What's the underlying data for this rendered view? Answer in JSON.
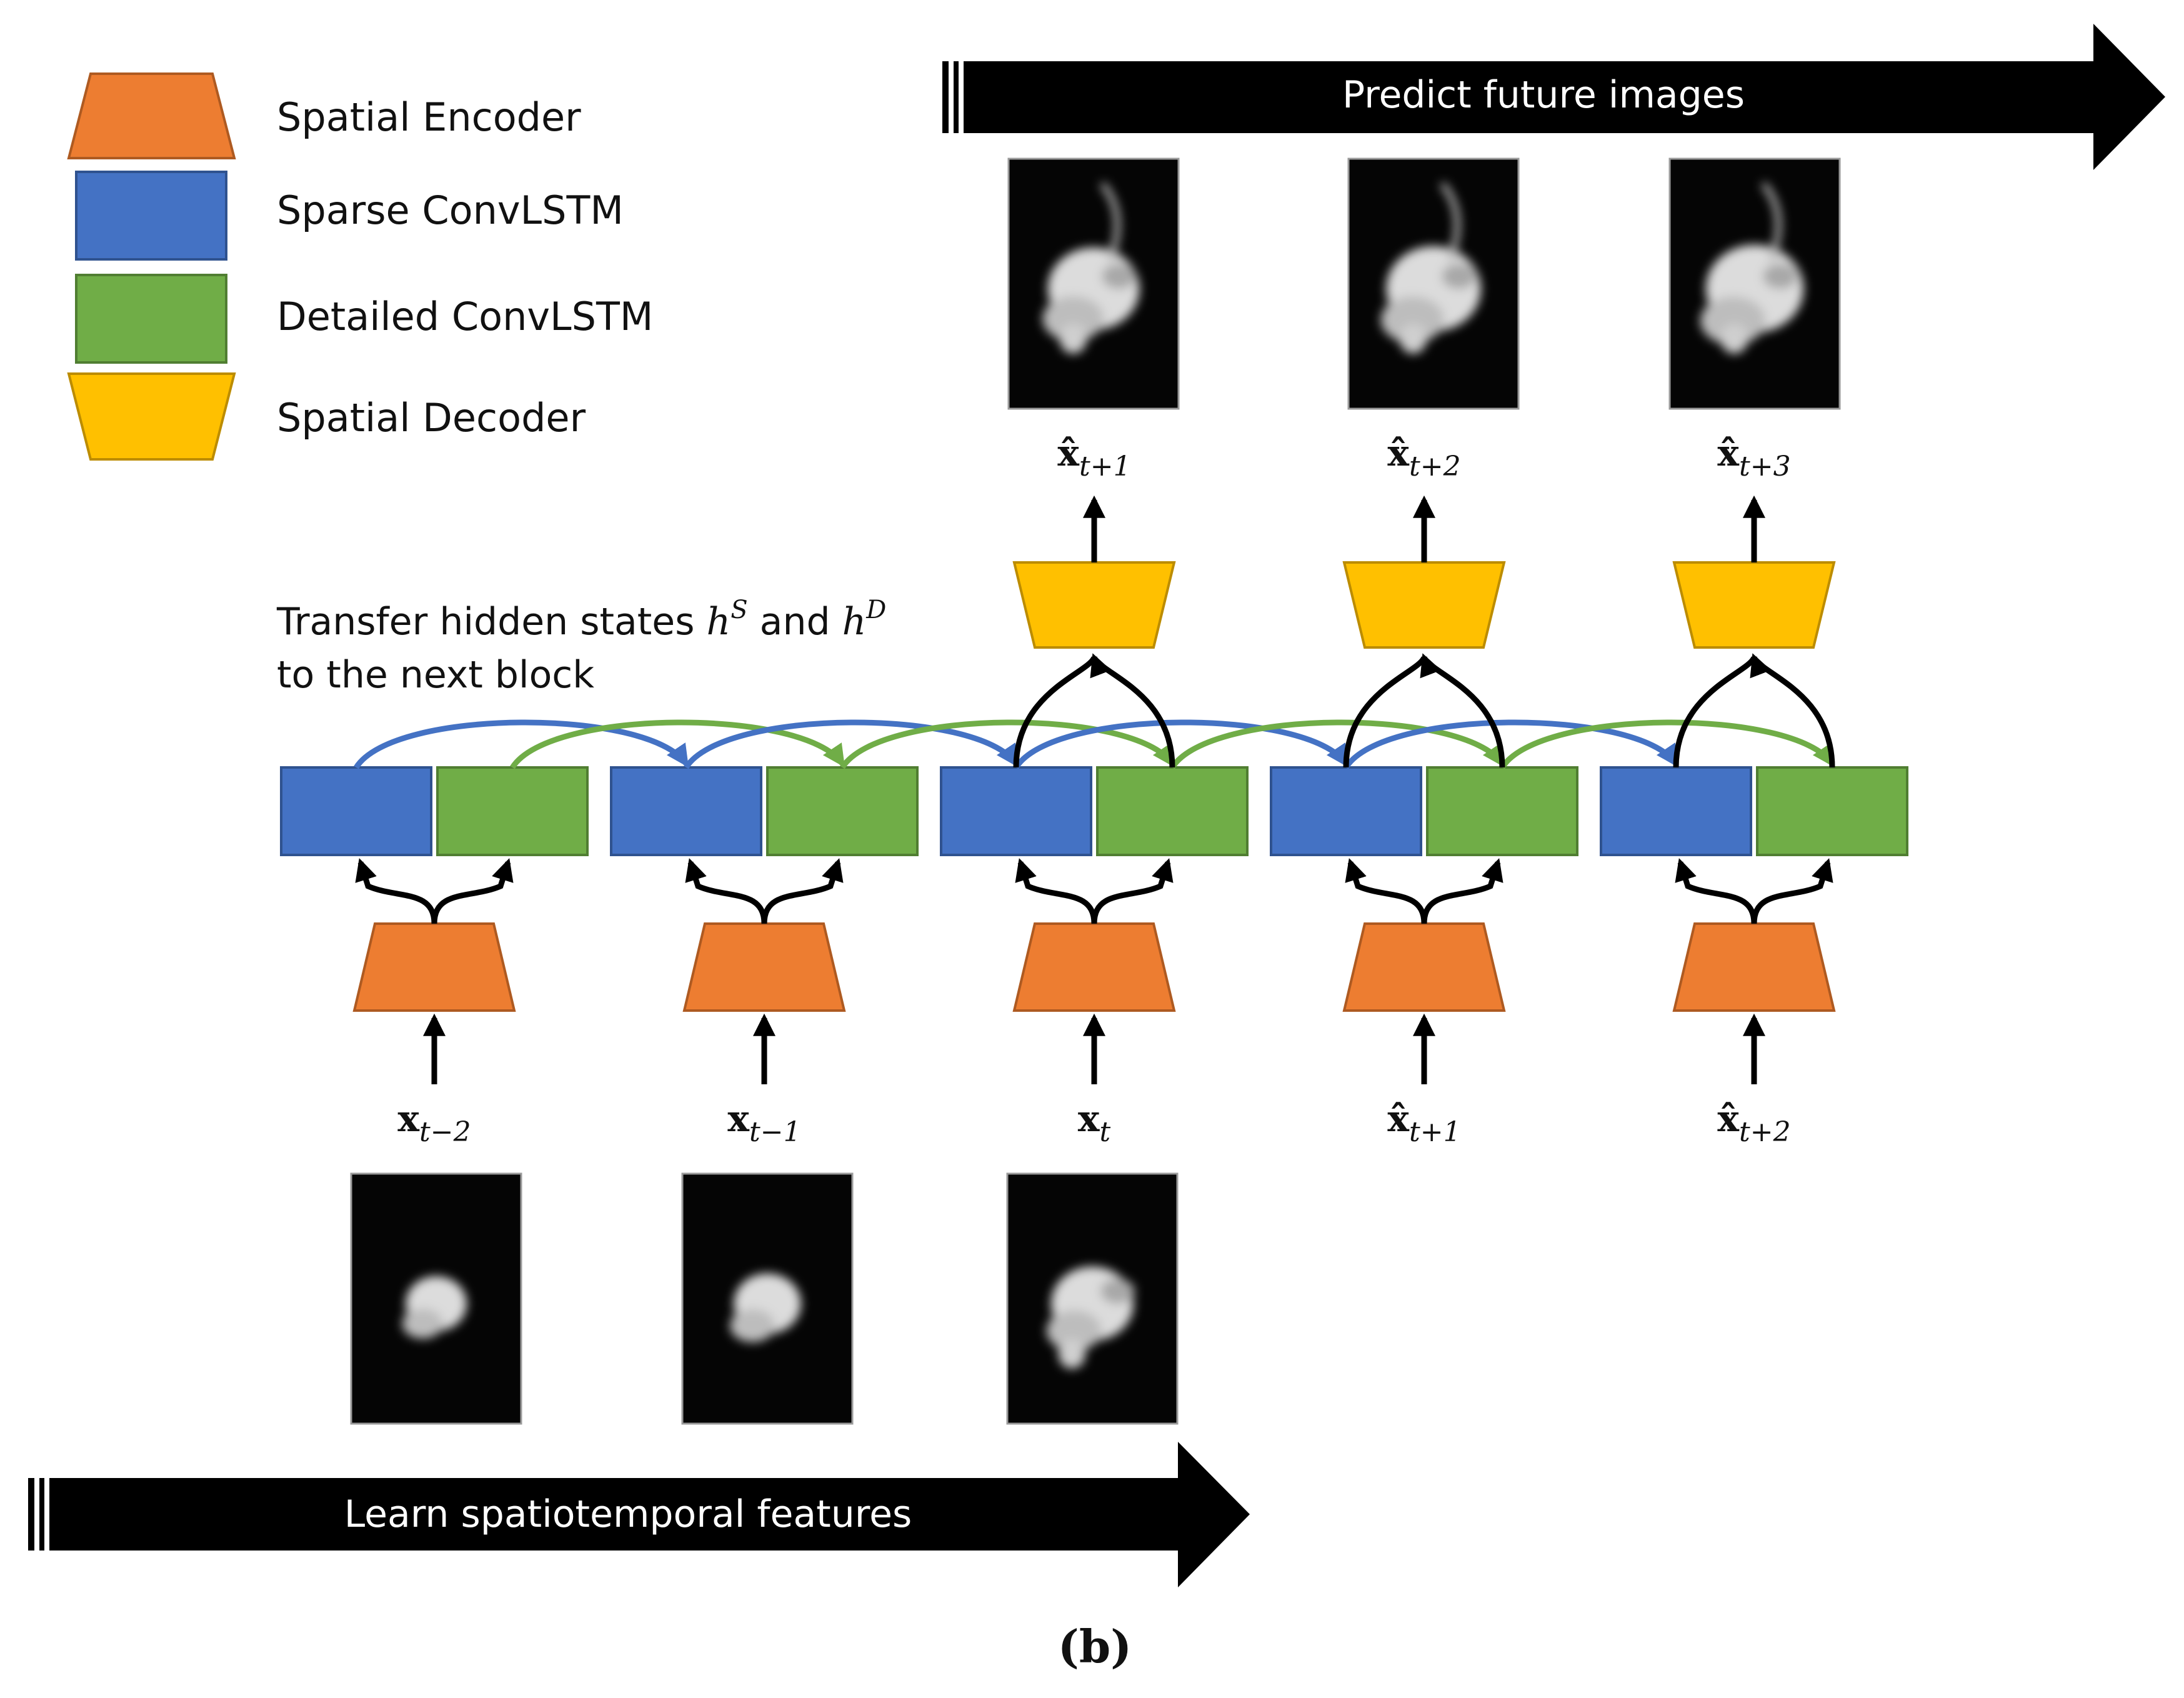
{
  "colors": {
    "encoder_fill": "#ED7D31",
    "encoder_stroke": "#AE5A21",
    "sparse_fill": "#4472C4",
    "sparse_stroke": "#2F528F",
    "detailed_fill": "#70AD47",
    "detailed_stroke": "#507E32",
    "decoder_fill": "#FFC000",
    "decoder_stroke": "#BC8C00",
    "banner": "#000000",
    "arrow": "#000000"
  },
  "legend": {
    "encoder": "Spatial Encoder",
    "sparse": "Sparse ConvLSTM",
    "detailed": "Detailed ConvLSTM",
    "decoder": "Spatial Decoder"
  },
  "banners": {
    "predict": "Predict future images",
    "learn": "Learn spatiotemporal features"
  },
  "transfer_note": {
    "line1_pre": "Transfer hidden states ",
    "hS_base": "h",
    "hS_sup": "S",
    "mid": " and ",
    "hD_base": "h",
    "hD_sup": "D",
    "line2": "to the next block"
  },
  "inputs": [
    {
      "hat": false,
      "base": "x",
      "sub": "t−2"
    },
    {
      "hat": false,
      "base": "x",
      "sub": "t−1"
    },
    {
      "hat": false,
      "base": "x",
      "sub": "t"
    },
    {
      "hat": true,
      "base": "x",
      "sub": "t+1"
    },
    {
      "hat": true,
      "base": "x",
      "sub": "t+2"
    }
  ],
  "outputs": [
    {
      "hat": true,
      "base": "x",
      "sub": "t+1"
    },
    {
      "hat": true,
      "base": "x",
      "sub": "t+2"
    },
    {
      "hat": true,
      "base": "x",
      "sub": "t+3"
    }
  ],
  "caption": "(b)"
}
